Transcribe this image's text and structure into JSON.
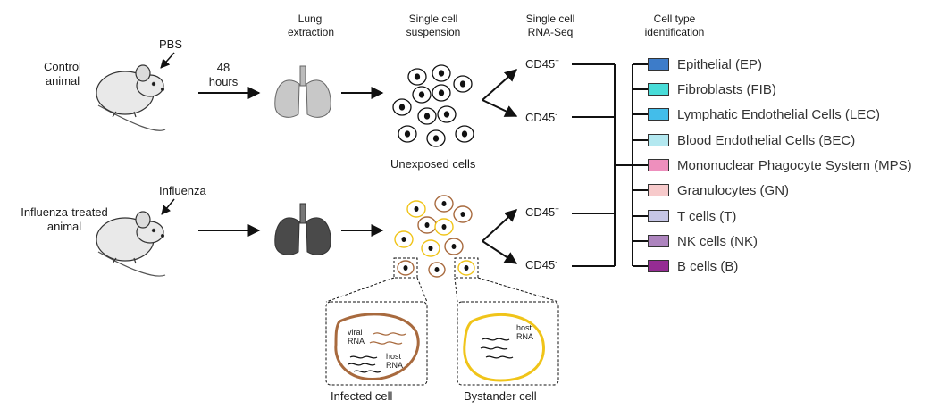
{
  "headers": {
    "lung": [
      "Lung",
      "extraction"
    ],
    "suspension": [
      "Single cell",
      "suspension"
    ],
    "rnaseq": [
      "Single cell",
      "RNA-Seq"
    ],
    "celltype": [
      "Cell type",
      "identification"
    ]
  },
  "control": {
    "label": [
      "Control",
      "animal"
    ],
    "treatment": "PBS",
    "time": [
      "48",
      "hours"
    ],
    "cells_label": "Unexposed cells"
  },
  "influenza": {
    "label": [
      "Influenza-treated",
      "animal"
    ],
    "treatment": "Influenza"
  },
  "cd45": {
    "plus_base": "CD45",
    "plus_sup": "+",
    "minus_base": "CD45",
    "minus_sup": "-"
  },
  "insets": {
    "infected_title": "Infected cell",
    "bystander_title": "Bystander cell",
    "viral_rna": [
      "viral",
      "RNA"
    ],
    "host_rna": [
      "host",
      "RNA"
    ]
  },
  "legend": [
    {
      "label": "Epithelial (EP)",
      "color": "#3d7cc9"
    },
    {
      "label": "Fibroblasts (FIB)",
      "color": "#48dcd8"
    },
    {
      "label": "Lymphatic Endothelial Cells (LEC)",
      "color": "#43bdea"
    },
    {
      "label": "Blood Endothelial Cells (BEC)",
      "color": "#b3e8f0"
    },
    {
      "label": "Mononuclear Phagocyte System (MPS)",
      "color": "#ee8fbd"
    },
    {
      "label": "Granulocytes (GN)",
      "color": "#f7cacb"
    },
    {
      "label": "T cells (T)",
      "color": "#c6c6e6"
    },
    {
      "label": "NK cells (NK)",
      "color": "#ad84be"
    },
    {
      "label": "B cells (B)",
      "color": "#952c93"
    }
  ],
  "colors": {
    "infected": "#a86a3e",
    "bystander": "#f0c419",
    "healthy_lung": "#c8c8c8",
    "infected_lung": "#4a4a4a"
  }
}
